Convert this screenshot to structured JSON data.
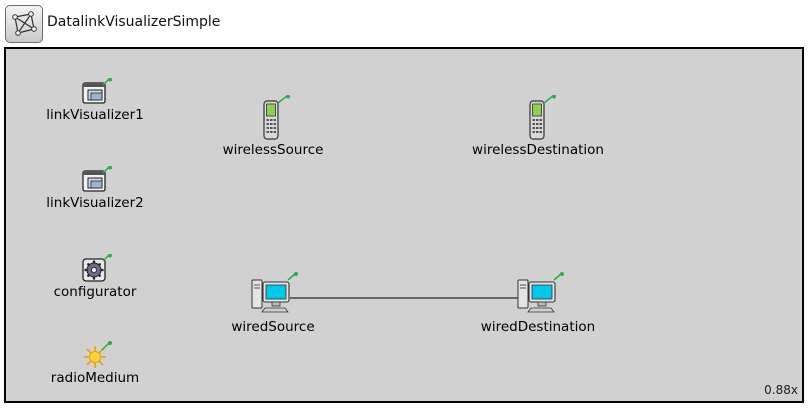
{
  "network": {
    "title": "DatalinkVisualizerSimple",
    "zoom": "0.88x"
  },
  "modules": {
    "link_visualizer_1": {
      "label": "linkVisualizer1",
      "icon": "visualizer-window-icon"
    },
    "link_visualizer_2": {
      "label": "linkVisualizer2",
      "icon": "visualizer-window-icon"
    },
    "configurator": {
      "label": "configurator",
      "icon": "gear-icon"
    },
    "radio_medium": {
      "label": "radioMedium",
      "icon": "sun-radio-icon"
    },
    "wireless_source": {
      "label": "wirelessSource",
      "icon": "cellphone-icon"
    },
    "wireless_destination": {
      "label": "wirelessDestination",
      "icon": "cellphone-icon"
    },
    "wired_source": {
      "label": "wiredSource",
      "icon": "desktop-computer-icon"
    },
    "wired_destination": {
      "label": "wiredDestination",
      "icon": "desktop-computer-icon"
    }
  },
  "colors": {
    "canvas_background": "#d1d1d1",
    "canvas_border": "#000000",
    "pin_green": "#2fa84f",
    "screen_cyan": "#00c8e8"
  }
}
